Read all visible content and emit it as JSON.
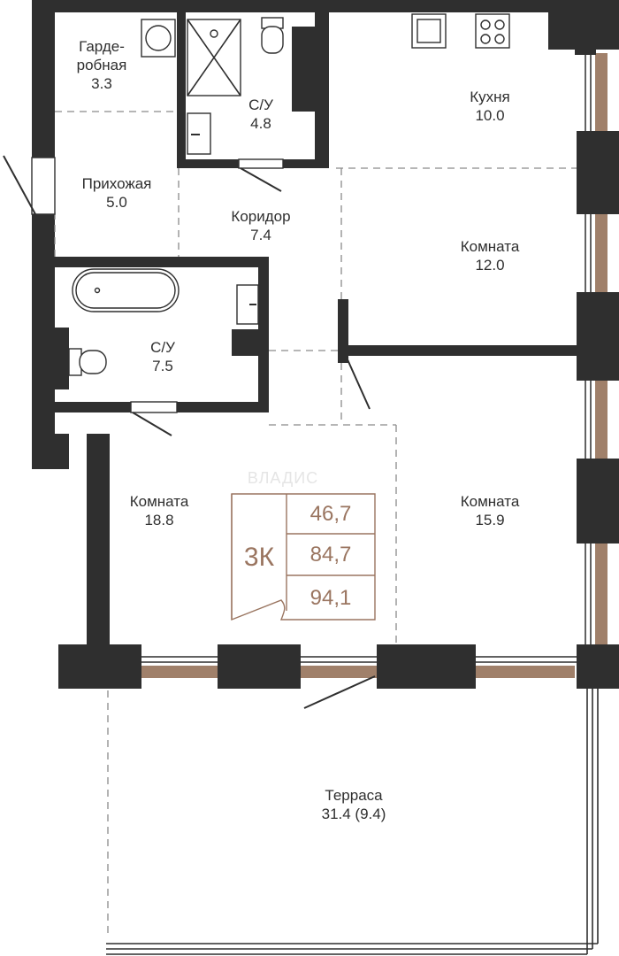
{
  "rooms": [
    {
      "id": "wardrobe",
      "name": "Гарде-\nробная",
      "name_line1": "Гарде-",
      "name_line2": "робная",
      "area": "3.3"
    },
    {
      "id": "bath1",
      "name": "С/У",
      "area": "4.8"
    },
    {
      "id": "kitchen",
      "name": "Кухня",
      "area": "10.0"
    },
    {
      "id": "hall",
      "name": "Прихожая",
      "area": "5.0"
    },
    {
      "id": "corridor",
      "name": "Коридор",
      "area": "7.4"
    },
    {
      "id": "room12",
      "name": "Комната",
      "area": "12.0"
    },
    {
      "id": "bath2",
      "name": "С/У",
      "area": "7.5"
    },
    {
      "id": "room188",
      "name": "Комната",
      "area": "18.8"
    },
    {
      "id": "room159",
      "name": "Комната",
      "area": "15.9"
    },
    {
      "id": "terrace",
      "name": "Терраса",
      "area": "31.4 (9.4)"
    }
  ],
  "summary": {
    "type": "3К",
    "living_area": "46,7",
    "total_area": "84,7",
    "total_with_terrace": "94,1"
  },
  "watermark": "ВЛАДИС",
  "colors": {
    "wall": "#2f2f2f",
    "window": "#a0806a",
    "legend": "#9a7560"
  }
}
